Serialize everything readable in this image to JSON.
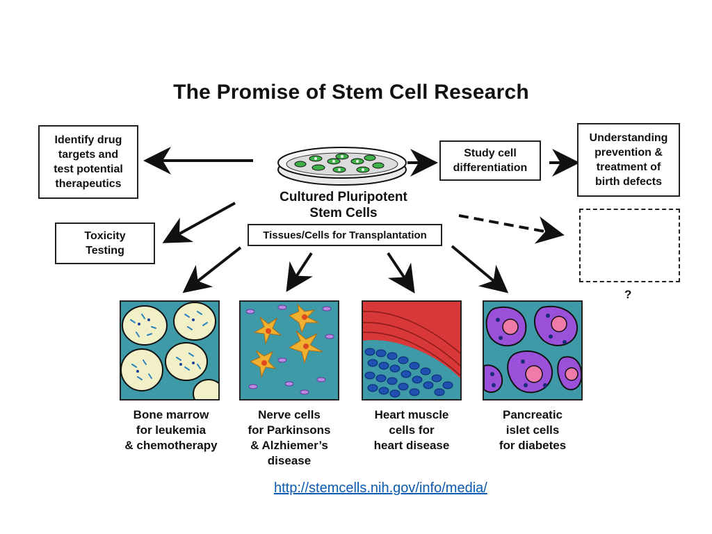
{
  "title": "The Promise of Stem Cell Research",
  "center": {
    "label": "Cultured Pluripotent\nStem Cells",
    "transplant_box": "Tissues/Cells for Transplantation"
  },
  "boxes": {
    "identify_drug": "Identify drug\ntargets and\ntest potential\ntherapeutics",
    "toxicity": "Toxicity\nTesting",
    "study_cell": "Study cell\ndifferentiation",
    "understanding": "Understanding\nprevention &\ntreatment of\nbirth defects"
  },
  "unknown_mark": "?",
  "tiles": [
    {
      "caption": "Bone marrow\nfor leukemia\n& chemotherapy"
    },
    {
      "caption": "Nerve cells\nfor Parkinsons\n& Alzhiemer’s\ndisease"
    },
    {
      "caption": "Heart muscle\ncells for\nheart disease"
    },
    {
      "caption": "Pancreatic\nislet cells\nfor diabetes"
    }
  ],
  "link": "http://stemcells.nih.gov/info/media/",
  "colors": {
    "tile_background": "#3f9aa8",
    "marrow_cell": "#f2f0c6",
    "nerve_cell": "#f0b030",
    "muscle_red": "#d83838",
    "blood_blue": "#2050b0",
    "islet_purple": "#9a50d8",
    "nucleus_pink": "#f07aa8",
    "dish_green": "#3fb048"
  }
}
